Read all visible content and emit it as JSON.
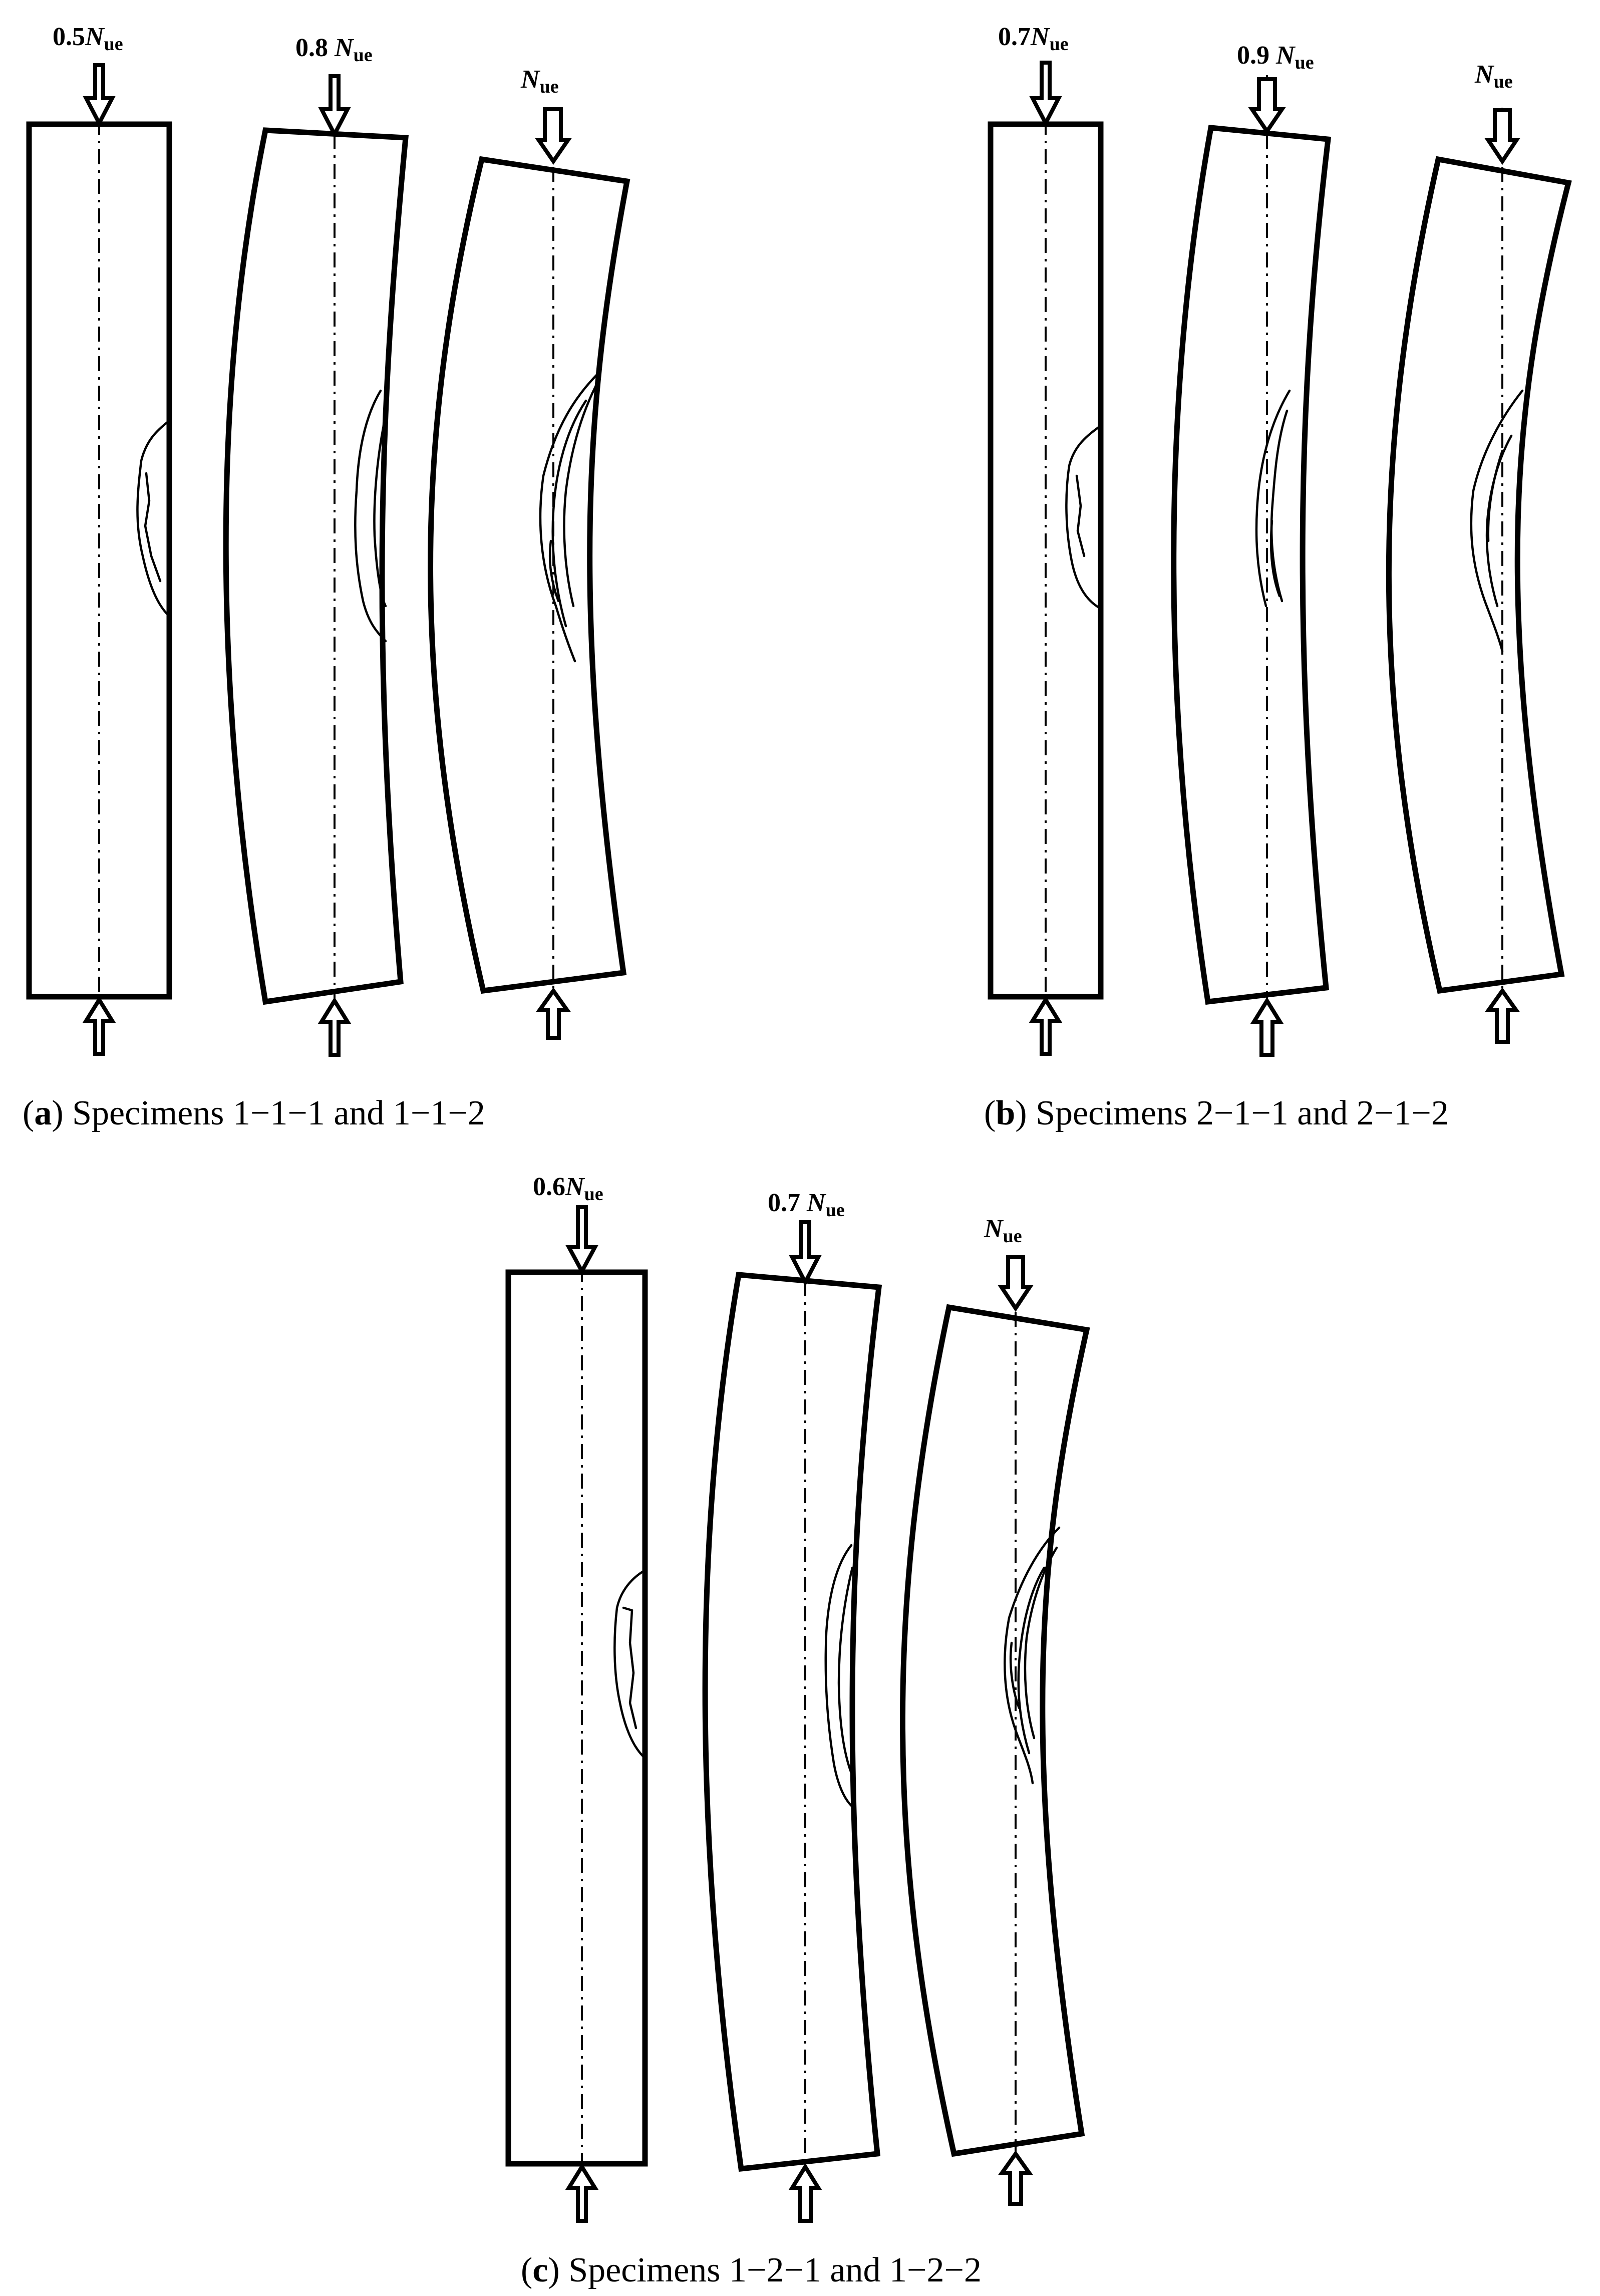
{
  "symbol": {
    "main": "N",
    "sub": "ue"
  },
  "panels": [
    {
      "id": "a",
      "caption_rest": " Specimens 1−1−1 and 1−1−2",
      "loads": [
        {
          "coef": "0.5"
        },
        {
          "coef": "0.8 "
        },
        {
          "coef": ""
        }
      ]
    },
    {
      "id": "b",
      "caption_rest": " Specimens 2−1−1 and 2−1−2",
      "loads": [
        {
          "coef": "0.7"
        },
        {
          "coef": "0.9 "
        },
        {
          "coef": ""
        }
      ]
    },
    {
      "id": "c",
      "caption_rest": " Specimens 1−2−1 and 1−2−2",
      "loads": [
        {
          "coef": "0.6"
        },
        {
          "coef": "0.7 "
        },
        {
          "coef": ""
        }
      ]
    }
  ]
}
